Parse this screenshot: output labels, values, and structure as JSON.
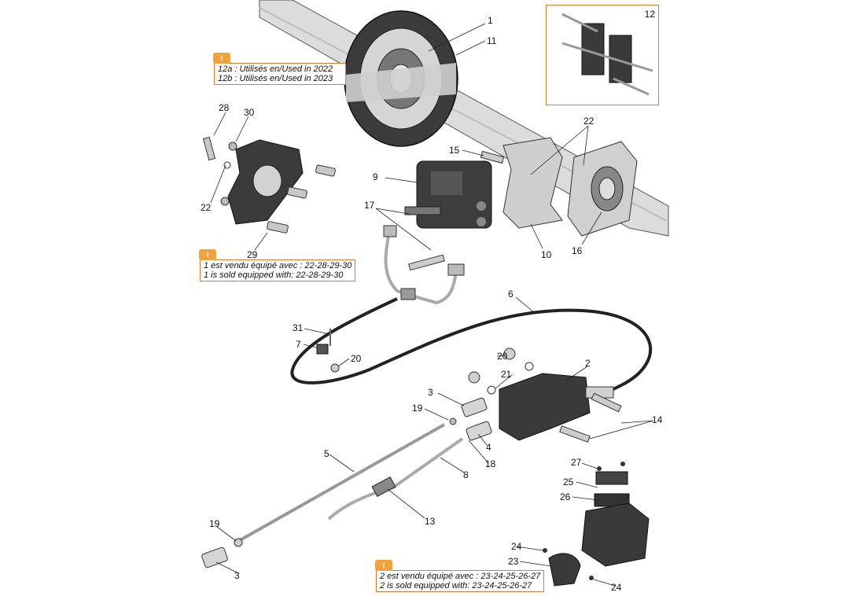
{
  "callouts": {
    "c1": "1",
    "c2": "2",
    "c3a": "3",
    "c3b": "3",
    "c4": "4",
    "c5": "5",
    "c6": "6",
    "c7": "7",
    "c8": "8",
    "c9": "9",
    "c10": "10",
    "c11": "11",
    "c12": "12",
    "c13": "13",
    "c14": "14",
    "c15": "15",
    "c16": "16",
    "c17": "17",
    "c18": "18",
    "c19a": "19",
    "c19b": "19",
    "c20a": "20",
    "c20b": "20",
    "c21": "21",
    "c22a": "22",
    "c22b": "22",
    "c23": "23",
    "c24a": "24",
    "c24b": "24",
    "c25": "25",
    "c26": "26",
    "c27": "27",
    "c28": "28",
    "c29": "29",
    "c30": "30",
    "c31": "31"
  },
  "notes": {
    "top": {
      "line1": "12a : Utilisés en/Used in 2022",
      "line2": "12b : Utilisés en/Used in 2023"
    },
    "middle": {
      "line1": "1 est vendu équipé avec : 22-28-29-30",
      "line2": "1  is sold equipped with: 22-28-29-30"
    },
    "bottom": {
      "line1": "2 est vendu équipé avec : 23-24-25-26-27",
      "line2": "2 is sold equipped with: 23-24-25-26-27"
    }
  },
  "colors": {
    "accent": "#e07a2c",
    "part": "#3a3a3a",
    "axle": "#d8d8d8"
  }
}
